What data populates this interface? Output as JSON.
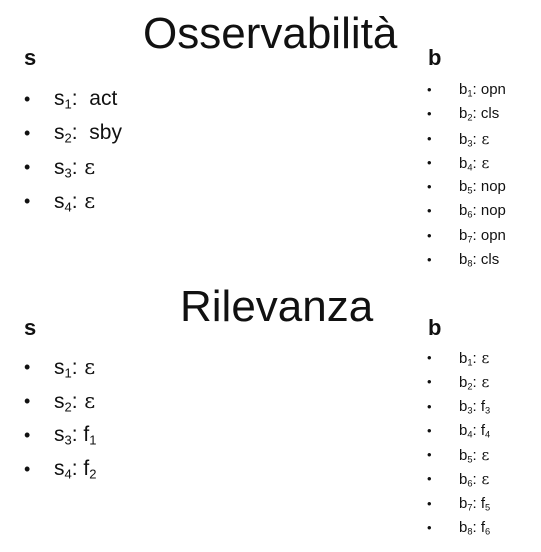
{
  "sections": [
    {
      "title": "Osservabilità",
      "left_heading": "s",
      "right_heading": "b",
      "left_items": [
        {
          "sym": "s",
          "idx": "1",
          "val": "  act"
        },
        {
          "sym": "s",
          "idx": "2",
          "val": "  sby"
        },
        {
          "sym": "s",
          "idx": "3",
          "val": " ε"
        },
        {
          "sym": "s",
          "idx": "4",
          "val": " ε"
        }
      ],
      "right_items": [
        {
          "sym": "b",
          "idx": "1",
          "val": " opn"
        },
        {
          "sym": "b",
          "idx": "2",
          "val": " cls"
        },
        {
          "sym": "b",
          "idx": "3",
          "val": " ε"
        },
        {
          "sym": "b",
          "idx": "4",
          "val": " ε"
        },
        {
          "sym": "b",
          "idx": "5",
          "val": " nop"
        },
        {
          "sym": "b",
          "idx": "6",
          "val": " nop"
        },
        {
          "sym": "b",
          "idx": "7",
          "val": " opn"
        },
        {
          "sym": "b",
          "idx": "8",
          "val": " cls"
        }
      ]
    },
    {
      "title": "Rilevanza",
      "left_heading": "s",
      "right_heading": "b",
      "left_items": [
        {
          "sym": "s",
          "idx": "1",
          "val": " ε"
        },
        {
          "sym": "s",
          "idx": "2",
          "val": " ε"
        },
        {
          "sym": "s",
          "idx": "3",
          "val": " f",
          "vidx": "1"
        },
        {
          "sym": "s",
          "idx": "4",
          "val": " f",
          "vidx": "2"
        }
      ],
      "right_items": [
        {
          "sym": "b",
          "idx": "1",
          "val": " ε"
        },
        {
          "sym": "b",
          "idx": "2",
          "val": " ε"
        },
        {
          "sym": "b",
          "idx": "3",
          "val": " f",
          "vidx": "3"
        },
        {
          "sym": "b",
          "idx": "4",
          "val": " f",
          "vidx": "4"
        },
        {
          "sym": "b",
          "idx": "5",
          "val": " ε"
        },
        {
          "sym": "b",
          "idx": "6",
          "val": " ε"
        },
        {
          "sym": "b",
          "idx": "7",
          "val": " f",
          "vidx": "5"
        },
        {
          "sym": "b",
          "idx": "8",
          "val": " f",
          "vidx": "6"
        }
      ]
    }
  ],
  "bullet": "•",
  "separator": ":"
}
